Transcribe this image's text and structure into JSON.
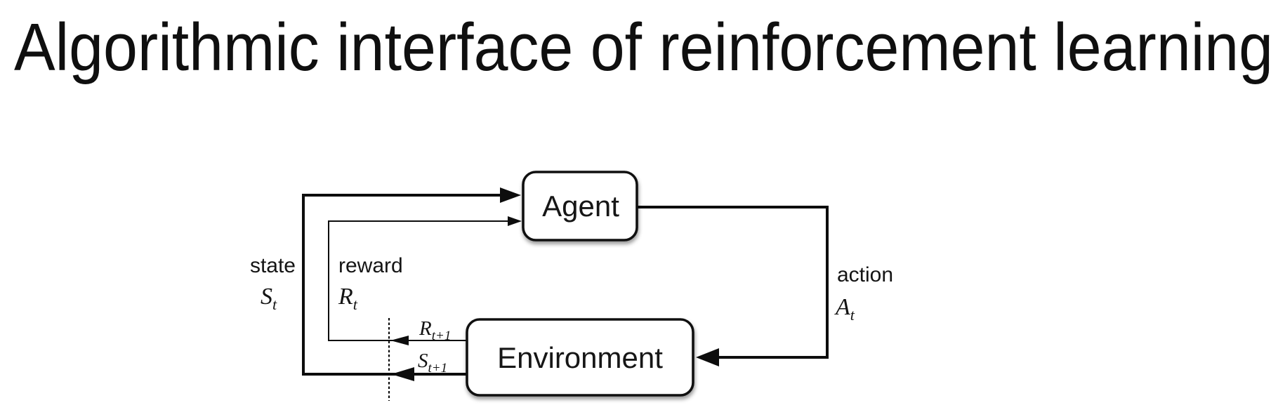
{
  "title": "Algorithmic interface of reinforcement learning",
  "diagram": {
    "boxes": {
      "agent": "Agent",
      "environment": "Environment"
    },
    "labels": {
      "state": {
        "word": "state",
        "symbol": "S",
        "subscript": "t"
      },
      "reward": {
        "word": "reward",
        "symbol": "R",
        "subscript": "t"
      },
      "action": {
        "word": "action",
        "symbol": "A",
        "subscript": "t"
      },
      "next_reward": {
        "symbol": "R",
        "subscript": "t+1"
      },
      "next_state": {
        "symbol": "S",
        "subscript": "t+1"
      }
    },
    "colors": {
      "ink": "#0d0d0d",
      "background": "#ffffff"
    }
  }
}
